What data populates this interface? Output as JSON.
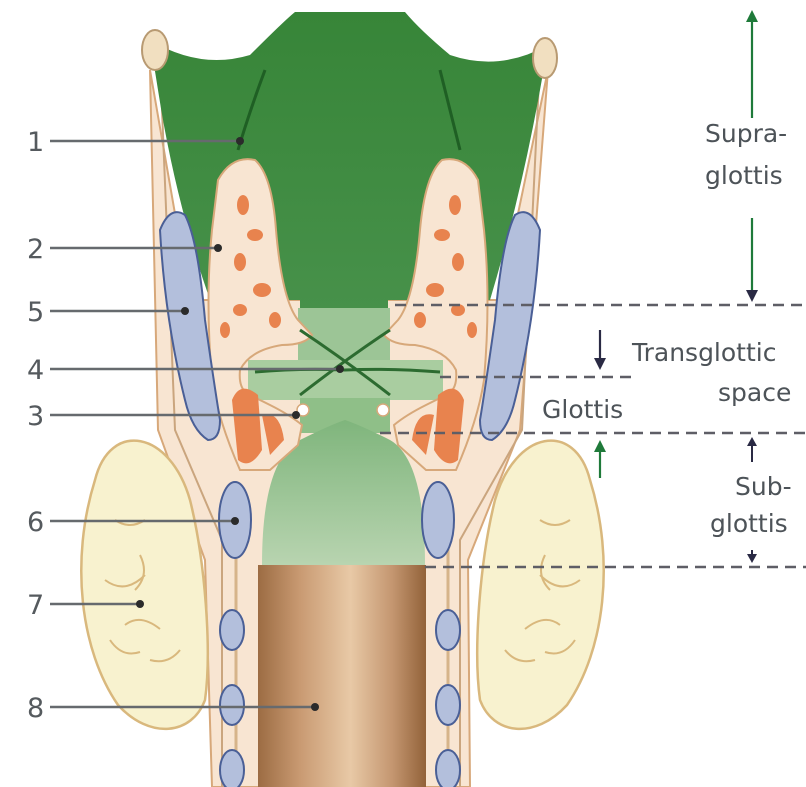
{
  "structures": [
    {
      "number": "1"
    },
    {
      "number": "2"
    },
    {
      "number": "5"
    },
    {
      "number": "4"
    },
    {
      "number": "3"
    },
    {
      "number": "6"
    },
    {
      "number": "7"
    },
    {
      "number": "8"
    }
  ],
  "zones": {
    "supraglottis": {
      "line1": "Supra-",
      "line2": "glottis"
    },
    "transglottic": {
      "line1": "Transglottic",
      "line2": "space"
    },
    "glottis": {
      "label": "Glottis"
    },
    "subglottis": {
      "line1": "Sub-",
      "line2": "glottis"
    }
  },
  "colors": {
    "supraglottis_fill": "#3d8a3f",
    "transglottic_fill": "#9cc596",
    "subglottis_fill": "#a9caa2",
    "soft_tissue": "#f8e5d2",
    "cartilage_spots": "#e8834e",
    "cartilage_blue": "#b3bfdc",
    "thyroid_gland": "#f8f2cf",
    "tube": "#caa07c",
    "supraglottis_arrow": "#1f7a3a",
    "zone_arrow": "#2a2a44"
  }
}
